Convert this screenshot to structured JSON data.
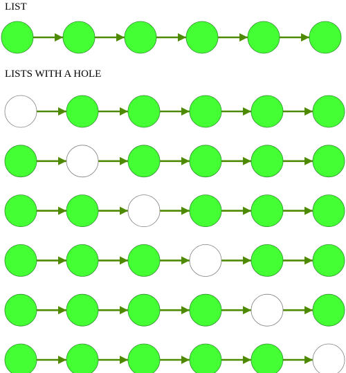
{
  "sections": [
    {
      "title": "LIST",
      "rows": [
        {
          "nodes": [
            "filled",
            "filled",
            "filled",
            "filled",
            "filled",
            "filled"
          ]
        }
      ]
    },
    {
      "title": "LISTS WITH A HOLE",
      "rows": [
        {
          "nodes": [
            "hole",
            "filled",
            "filled",
            "filled",
            "filled",
            "filled"
          ]
        },
        {
          "nodes": [
            "filled",
            "hole",
            "filled",
            "filled",
            "filled",
            "filled"
          ]
        },
        {
          "nodes": [
            "filled",
            "filled",
            "hole",
            "filled",
            "filled",
            "filled"
          ]
        },
        {
          "nodes": [
            "filled",
            "filled",
            "filled",
            "hole",
            "filled",
            "filled"
          ]
        },
        {
          "nodes": [
            "filled",
            "filled",
            "filled",
            "filled",
            "hole",
            "filled"
          ]
        },
        {
          "nodes": [
            "filled",
            "filled",
            "filled",
            "filled",
            "filled",
            "hole"
          ]
        }
      ]
    }
  ],
  "colors": {
    "node_fill": "#44ff33",
    "node_stroke": "#2f8f2f",
    "hole_fill": "#ffffff",
    "hole_stroke": "#808080",
    "arrow": "#4e8a00"
  }
}
